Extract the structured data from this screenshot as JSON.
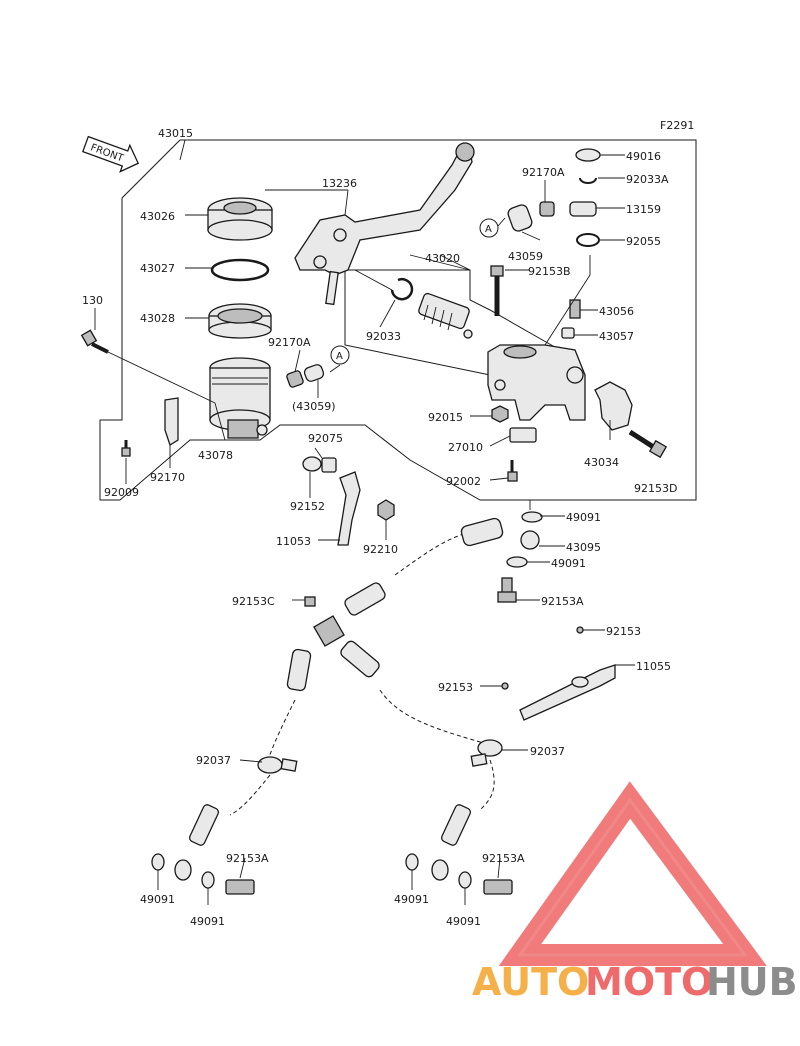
{
  "figure_code": "F2291",
  "front_label": "FRONT",
  "callouts": [
    {
      "id": "c-43015",
      "text": "43015"
    },
    {
      "id": "c-43026",
      "text": "43026"
    },
    {
      "id": "c-43027",
      "text": "43027"
    },
    {
      "id": "c-43028",
      "text": "43028"
    },
    {
      "id": "c-130",
      "text": "130"
    },
    {
      "id": "c-92170A-top",
      "text": "92170A"
    },
    {
      "id": "c-92170A-left",
      "text": "92170A"
    },
    {
      "id": "c-43059-paren",
      "text": "(43059)"
    },
    {
      "id": "c-43078",
      "text": "43078"
    },
    {
      "id": "c-92170",
      "text": "92170"
    },
    {
      "id": "c-92009",
      "text": "92009"
    },
    {
      "id": "c-13236",
      "text": "13236"
    },
    {
      "id": "c-43020",
      "text": "43020"
    },
    {
      "id": "c-92033",
      "text": "92033"
    },
    {
      "id": "c-43059",
      "text": "43059"
    },
    {
      "id": "c-92153B",
      "text": "92153B"
    },
    {
      "id": "c-49016",
      "text": "49016"
    },
    {
      "id": "c-92033A",
      "text": "92033A"
    },
    {
      "id": "c-13159",
      "text": "13159"
    },
    {
      "id": "c-92055",
      "text": "92055"
    },
    {
      "id": "c-43056",
      "text": "43056"
    },
    {
      "id": "c-43057",
      "text": "43057"
    },
    {
      "id": "c-92015",
      "text": "92015"
    },
    {
      "id": "c-27010",
      "text": "27010"
    },
    {
      "id": "c-92002",
      "text": "92002"
    },
    {
      "id": "c-43034",
      "text": "43034"
    },
    {
      "id": "c-92153D",
      "text": "92153D"
    },
    {
      "id": "c-92075",
      "text": "92075"
    },
    {
      "id": "c-92152",
      "text": "92152"
    },
    {
      "id": "c-11053",
      "text": "11053"
    },
    {
      "id": "c-92210",
      "text": "92210"
    },
    {
      "id": "c-49091-a",
      "text": "49091"
    },
    {
      "id": "c-43095",
      "text": "43095"
    },
    {
      "id": "c-49091-b",
      "text": "49091"
    },
    {
      "id": "c-92153C",
      "text": "92153C"
    },
    {
      "id": "c-92153A-mid",
      "text": "92153A"
    },
    {
      "id": "c-92153-top",
      "text": "92153"
    },
    {
      "id": "c-11055",
      "text": "11055"
    },
    {
      "id": "c-92153-mid",
      "text": "92153"
    },
    {
      "id": "c-92037-left",
      "text": "92037"
    },
    {
      "id": "c-92037-right",
      "text": "92037"
    },
    {
      "id": "c-92153A-left",
      "text": "92153A"
    },
    {
      "id": "c-92153A-right",
      "text": "92153A"
    },
    {
      "id": "c-49091-ll1",
      "text": "49091"
    },
    {
      "id": "c-49091-ll2",
      "text": "49091"
    },
    {
      "id": "c-49091-rl1",
      "text": "49091"
    },
    {
      "id": "c-49091-rl2",
      "text": "49091"
    }
  ],
  "ref_markers": [
    {
      "id": "ref-a-top",
      "text": "A"
    },
    {
      "id": "ref-a-left",
      "text": "A"
    }
  ],
  "watermark": {
    "part1": "AUTO",
    "part2": "MOTO",
    "part3": "HUB",
    "color_part1": "#f5b04a",
    "color_part2": "#ef6b6b",
    "color_part3": "#8c8c8c"
  }
}
